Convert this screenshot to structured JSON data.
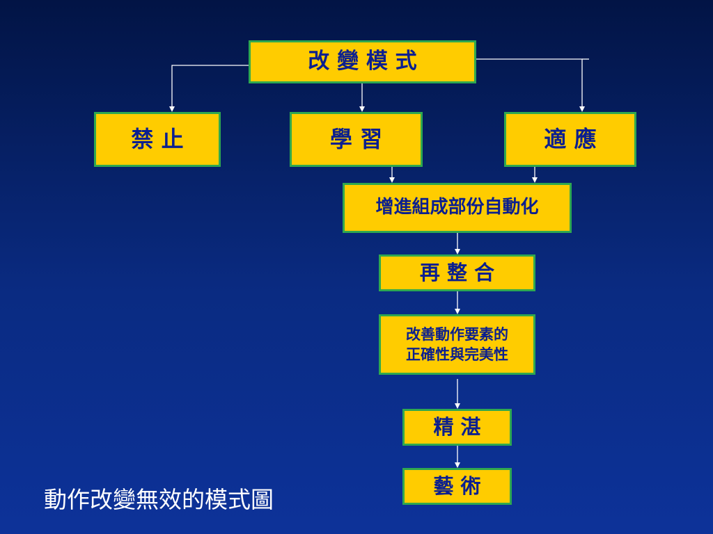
{
  "diagram": {
    "top": "改 變 模 式",
    "branches": {
      "left": "禁  止",
      "center": "學    習",
      "right": "適  應"
    },
    "automation": "增進組成部份自動化",
    "reintegration": "再 整 合",
    "improvement": "改善動作要素的\n正確性與完美性",
    "proficiency": "精    湛",
    "art": "藝  術"
  },
  "caption": "動作改變無效的模式圖",
  "colors": {
    "background_top": "#021445",
    "background_bottom": "#0d3299",
    "box_fill": "#ffcc00",
    "box_border": "#2fa84f",
    "box_text": "#0b1f8f",
    "connector": "#ffffff",
    "caption_text": "#ffffff"
  }
}
